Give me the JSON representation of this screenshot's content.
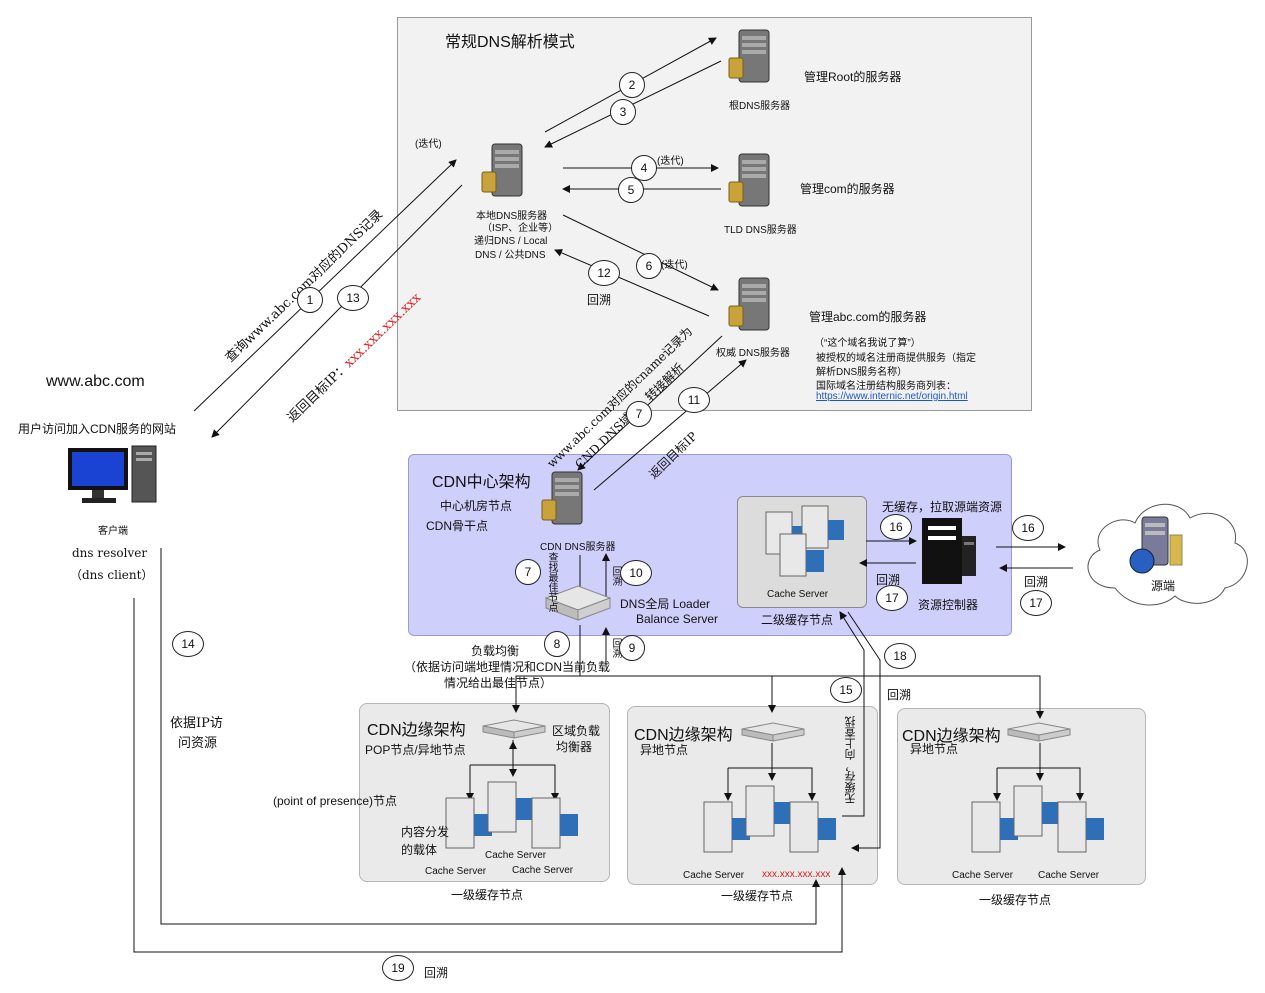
{
  "dns": {
    "title": "常规DNS解析模式",
    "iter_label": "(迭代)",
    "iter_label_4": "(迭代)",
    "iter_label_6": "(迭代)",
    "local_dns": [
      "本地DNS服务器",
      "（ISP、企业等）",
      "递归DNS / Local",
      "DNS / 公共DNS"
    ],
    "root_label": "根DNS服务器",
    "root_desc": "管理Root的服务器",
    "tld_label": "TLD DNS服务器",
    "tld_desc": "管理com的服务器",
    "auth_label": "权威 DNS服务器",
    "auth_desc": "管理abc.com的服务器",
    "auth_note1": "（“这个域名我说了算”）",
    "auth_note2": "被授权的域名注册商提供服务（指定",
    "auth_note3": "解析DNS服务名称）",
    "auth_note4": "国际域名注册结构服务商列表：",
    "auth_link": "https://www.internic.net/origin.html",
    "huisu": "回溯"
  },
  "client": {
    "site": "www.abc.com",
    "desc": "用户访问加入CDN服务的网站",
    "label": "客户端",
    "resolver1": "dns resolver",
    "resolver2": "（dns client）",
    "query_text": "查询www.abc.com对应的DNS记录",
    "return_text": "返回目标IP：",
    "return_ip": "xxx.xxx.xxx.xxx",
    "access_text1": "依据IP访",
    "access_text2": "问资源"
  },
  "steps": [
    "1",
    "2",
    "3",
    "4",
    "5",
    "6",
    "7",
    "7",
    "8",
    "9",
    "10",
    "11",
    "12",
    "13",
    "14",
    "15",
    "16",
    "16",
    "17",
    "17",
    "18",
    "19"
  ],
  "cdn_center": {
    "title": "CDN中心架构",
    "node1": "中心机房节点",
    "node2": "CDN骨干点",
    "cdn_dns": "CDN DNS服务器",
    "cname_text1": "www.abc.com对应的cname记录为",
    "cname_text2": "CND DNS域名，转接解析",
    "return_ip_text": "返回目标IP",
    "find_best": "查找最佳节点",
    "huisu_10": "回溯",
    "gslb1": "DNS全局 Loader",
    "gslb2": "Balance Server",
    "huisu_9": "回溯",
    "no_cache": "无缓存，拉取源端资源",
    "cache_server": "Cache Server",
    "cache2_label": "二级缓存节点",
    "resource_ctrl": "资源控制器",
    "huisu_17a": "回溯",
    "huisu_17b": "回溯",
    "origin": "源端"
  },
  "lb": {
    "title": "负载均衡",
    "desc1": "（依据访问端地理情况和CDN当前负载",
    "desc2": "情况给出最佳节点）"
  },
  "edge1": {
    "title": "CDN边缘架构",
    "sub": "POP节点/异地节点",
    "pop": "(point of presence)节点",
    "lb": "区域负载",
    "lb2": "均衡器",
    "carrier1": "内容分发",
    "carrier2": "的载体",
    "cs1": "Cache Server",
    "cs2": "Cache Server",
    "cs3": "Cache Server",
    "level": "一级缓存节点"
  },
  "edge2": {
    "title": "CDN边缘架构",
    "sub": "异地节点",
    "cs1": "Cache Server",
    "ip": "xxx.xxx.xxx.xxx",
    "no_cache_up": "无缓存，向上查找",
    "level": "一级缓存节点",
    "huisu_18": "回溯"
  },
  "edge3": {
    "title": "CDN边缘架构",
    "sub": "异地节点",
    "cs1": "Cache Server",
    "cs2": "Cache Server",
    "level": "一级缓存节点"
  },
  "bottom": {
    "huisu_19": "回溯"
  }
}
